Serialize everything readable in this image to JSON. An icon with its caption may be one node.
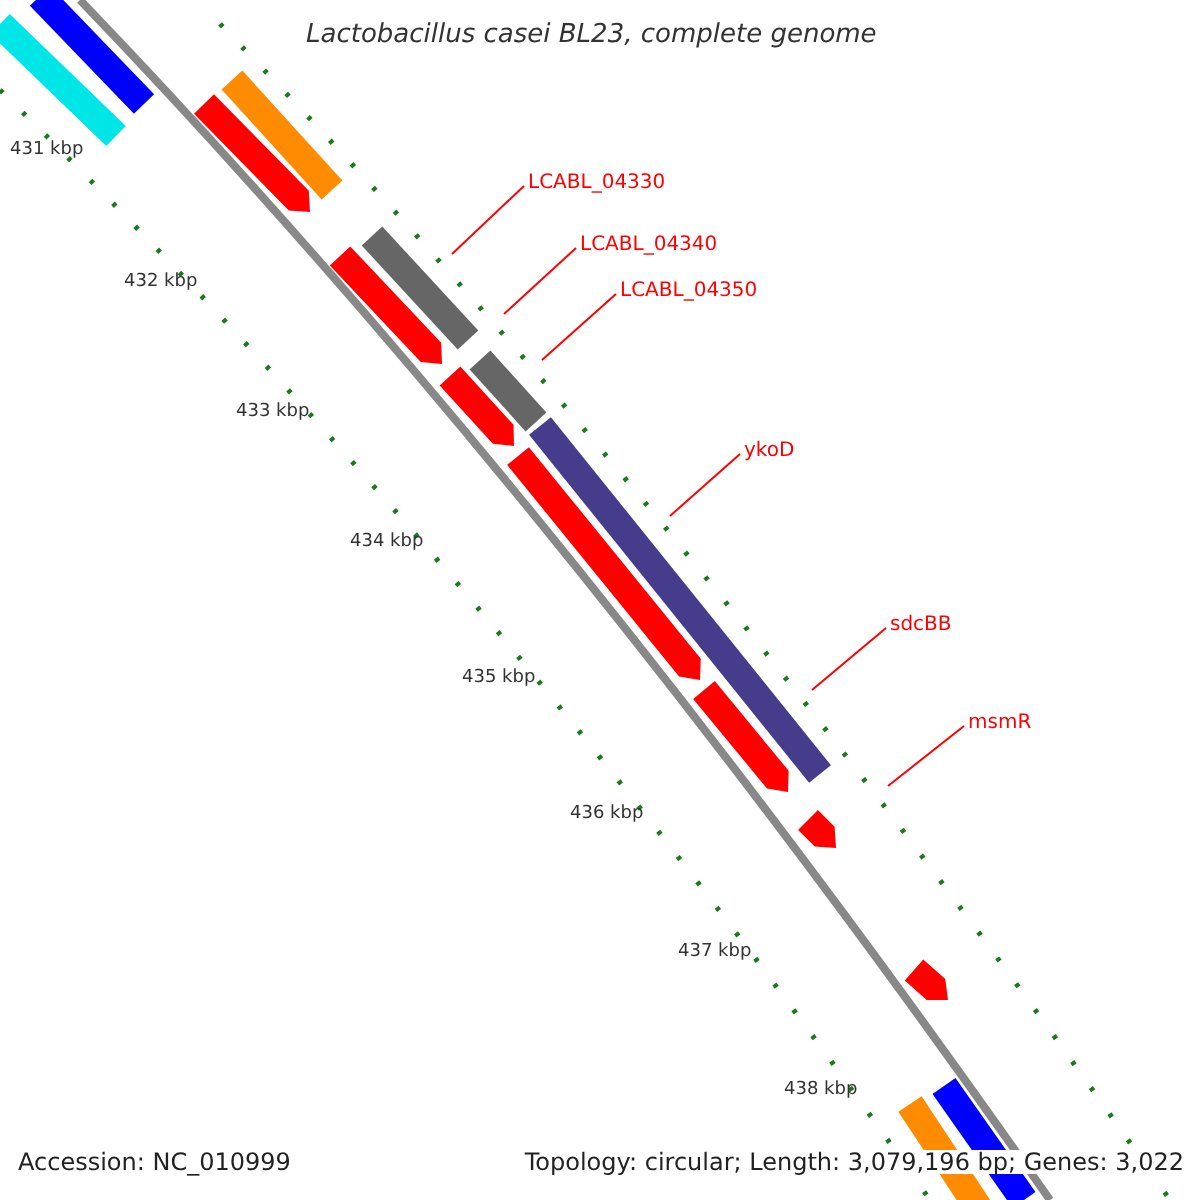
{
  "diagram": {
    "title": "Lactobacillus casei BL23, complete genome",
    "nodes": [
      {
        "text": [
          "LCABL_04330"
        ]
      },
      {
        "text": [
          "LCABL_04340"
        ]
      },
      {
        "text": [
          "LCABL_04350"
        ]
      },
      {
        "text": [
          "ykoD"
        ]
      },
      {
        "text": [
          "sdcBB"
        ]
      },
      {
        "text": [
          "msmR"
        ]
      }
    ],
    "edges": [
      {
        "from": 0,
        "to": null,
        "arrow": "none"
      },
      {
        "from": 1,
        "to": null,
        "arrow": "none"
      },
      {
        "from": 2,
        "to": null,
        "arrow": "none"
      },
      {
        "from": 3,
        "to": null,
        "arrow": "none"
      },
      {
        "from": 4,
        "to": null,
        "arrow": "none"
      },
      {
        "from": 5,
        "to": null,
        "arrow": "none"
      }
    ],
    "labels": [
      "431 kbp",
      "432 kbp",
      "433 kbp",
      "434 kbp",
      "435 kbp",
      "436 kbp",
      "437 kbp",
      "438 kbp",
      "Accession: NC_010999",
      "Topology: circular; Length: 3,079,196 bp; Genes: 3,022"
    ]
  }
}
